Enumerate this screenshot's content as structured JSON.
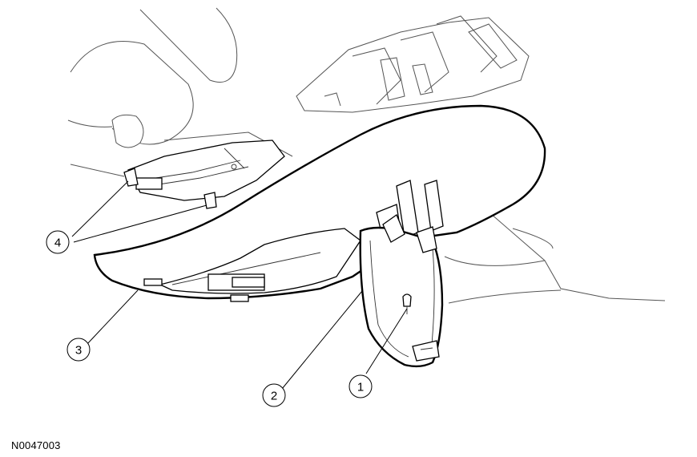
{
  "figure_id": "N0047003",
  "callouts": [
    {
      "label": "1"
    },
    {
      "label": "2"
    },
    {
      "label": "3"
    },
    {
      "label": "4"
    }
  ]
}
